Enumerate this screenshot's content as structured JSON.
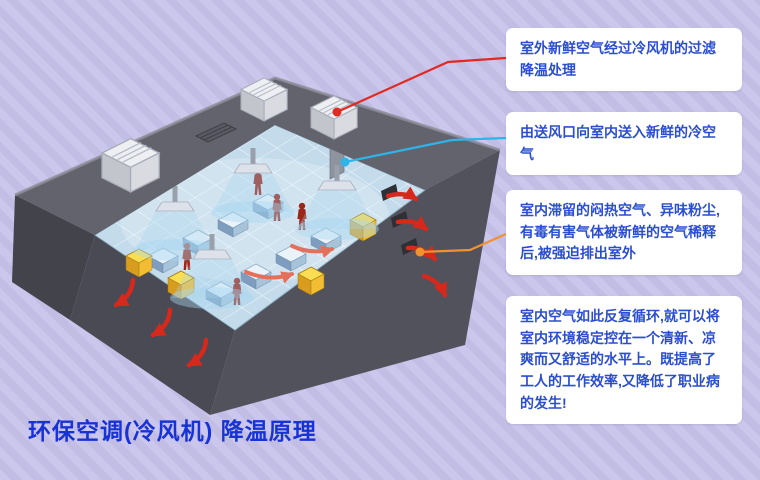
{
  "title": "环保空调(冷风机) 降温原理",
  "callouts": [
    {
      "id": "fresh-air-intake",
      "text": "室外新鲜空气经过冷风机的过滤降温处理"
    },
    {
      "id": "supply-vent",
      "text": "由送风口向室内送入新鲜的冷空气"
    },
    {
      "id": "exhaust-dilution",
      "text": "室内滞留的闷热空气、异味粉尘,有毒有害气体被新鲜的空气稀释后,被强迫排出室外"
    },
    {
      "id": "circulation-benefit",
      "text": "室内空气如此反复循环,就可以将室内环境稳定控在一个清新、凉爽而又舒适的水平上。既提高了工人的工作效率,又降低了职业病的发生!"
    }
  ],
  "colors": {
    "background": "#cbc7ec",
    "stripe": "#c2bde5",
    "title_color": "#1733d6",
    "callout_bg": "#ffffff",
    "callout_text": "#2b4ed0",
    "connector_red": "#e12a22",
    "connector_cyan": "#2db5e9",
    "connector_orange": "#f0922e"
  }
}
